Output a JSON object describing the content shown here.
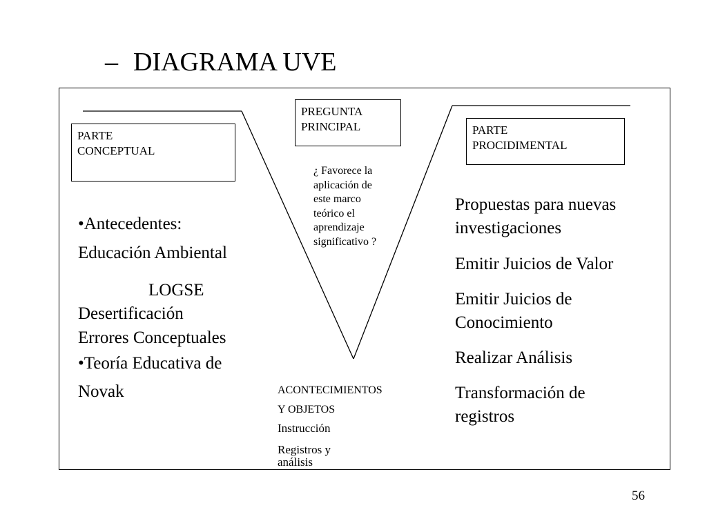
{
  "title": {
    "dash": "–",
    "text": "DIAGRAMA UVE"
  },
  "boxes": {
    "conceptual": [
      "PARTE",
      "CONCEPTUAL"
    ],
    "question": [
      "PREGUNTA",
      "PRINCIPAL"
    ],
    "procedural": [
      "PARTE",
      "PROCIDIMENTAL"
    ]
  },
  "focus_question": [
    "¿ Favorece la",
    "aplicación de",
    "este marco",
    "teórico el",
    "aprendizaje",
    "significativo ?"
  ],
  "conceptual_side": {
    "antecedentes": "•Antecedentes:",
    "educacion": "Educación Ambiental",
    "logse": "LOGSE",
    "desertificacion": "Desertificación",
    "errores": "Errores Conceptuales",
    "teoria": "•Teoría Educativa de",
    "novak": "Novak"
  },
  "procedural_side": {
    "propuestas_1": "Propuestas para nuevas",
    "propuestas_2": "investigaciones",
    "juicios_valor": "Emitir Juicios de Valor",
    "juicios_conoc_1": "Emitir Juicios de",
    "juicios_conoc_2": "Conocimiento",
    "analisis": "Realizar Análisis",
    "transformacion_1": "Transformación de",
    "transformacion_2": "registros"
  },
  "events": {
    "line1": "ACONTECIMIENTOS",
    "line2": "Y OBJETOS",
    "instruccion": "Instrucción",
    "registros": "Registros y",
    "analisis": "análisis"
  },
  "page_number": "56"
}
